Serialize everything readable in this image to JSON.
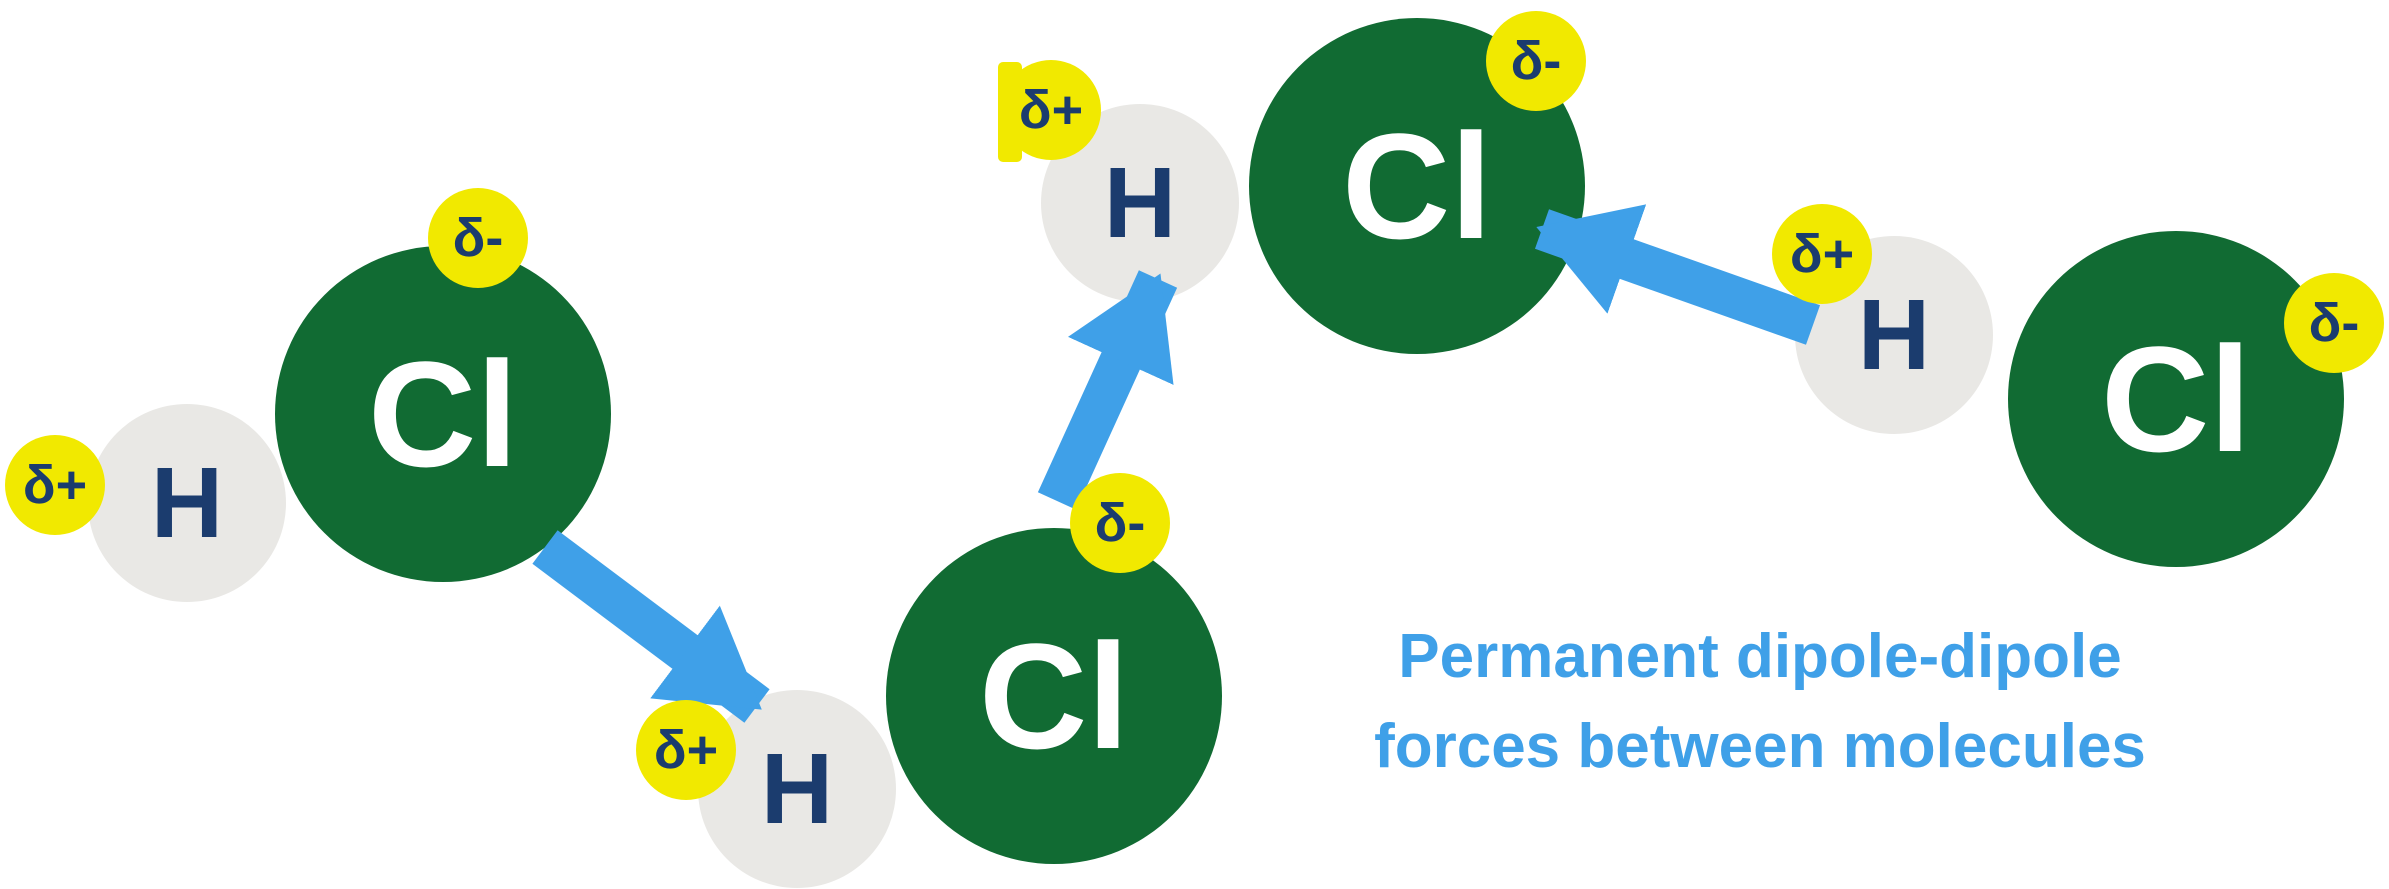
{
  "diagram_title": "Permanent dipole-dipole forces between molecules",
  "caption": {
    "line1": "Permanent dipole-dipole",
    "line2": "forces between molecules"
  },
  "molecules": [
    {
      "name": "HCl molecule 1 (left)",
      "h": "H",
      "cl": "Cl",
      "h_charge": "δ+",
      "cl_charge": "δ-"
    },
    {
      "name": "HCl molecule 2 (bottom middle)",
      "h": "H",
      "cl": "Cl",
      "h_charge": "δ+",
      "cl_charge": "δ-"
    },
    {
      "name": "HCl molecule 3 (top middle)",
      "h": "H",
      "cl": "Cl",
      "h_charge": "δ+",
      "cl_charge": "δ-"
    },
    {
      "name": "HCl molecule 4 (right)",
      "h": "H",
      "cl": "Cl",
      "h_charge": "δ+",
      "cl_charge": "δ-"
    }
  ],
  "arrows": [
    {
      "from": "molecule-1 Cl (δ-)",
      "to": "molecule-2 H (δ+)"
    },
    {
      "from": "molecule-2 Cl (δ-)",
      "to": "molecule-3 H (δ+)"
    },
    {
      "from": "molecule-4 H (δ+)",
      "to": "molecule-3 Cl (δ-)"
    }
  ],
  "colors": {
    "chlorine_fill": "#116b33",
    "hydrogen_fill": "#e9e8e5",
    "charge_badge_fill": "#f1e900",
    "dark_text": "#1b3c6e",
    "chlorine_text": "#ffffff",
    "arrow_blue": "#3fa0e8",
    "caption_blue": "#3fa0e8"
  }
}
